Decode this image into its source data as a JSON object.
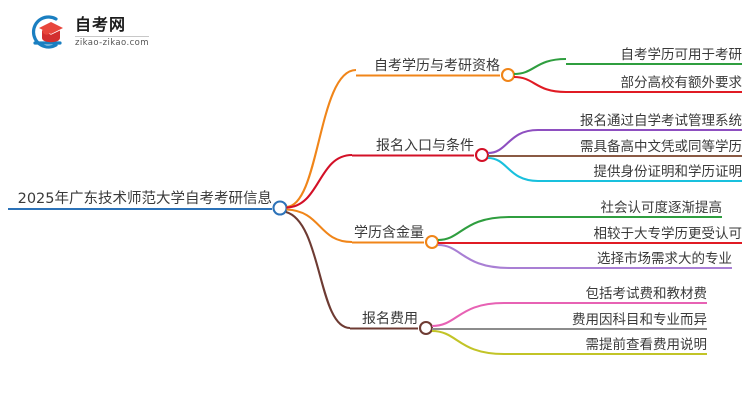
{
  "logo": {
    "name_cn": "自考网",
    "name_en": "zikao-zikao.com",
    "mark_icon": "graduation-cap-icon",
    "mark_color_blue": "#1a7fc1",
    "mark_color_red": "#e03a3a"
  },
  "mindmap": {
    "root": {
      "label": "2025年广东技术师范大学自考考研信息",
      "color": "#2c72b8"
    },
    "branches": [
      {
        "label": "自考学历与考研资格",
        "color": "#f08519",
        "children": [
          {
            "label": "自考学历可用于考研",
            "color": "#2f9e3f"
          },
          {
            "label": "部分高校有额外要求",
            "color": "#e01b24"
          }
        ]
      },
      {
        "label": "报名入口与条件",
        "color": "#d31027",
        "children": [
          {
            "label": "报名通过自学考试管理系统",
            "color": "#8e4fc0"
          },
          {
            "label": "需具备高中文凭或同等学历",
            "color": "#8a5a44"
          },
          {
            "label": "提供身份证明和学历证明",
            "color": "#19c0dd"
          }
        ]
      },
      {
        "label": "学历含金量",
        "color": "#f08519",
        "children": [
          {
            "label": "社会认可度逐渐提高",
            "color": "#2f9e3f"
          },
          {
            "label": "相较于大专学历更受认可",
            "color": "#e01b24"
          },
          {
            "label": "选择市场需求大的专业",
            "color": "#a97fd4"
          }
        ]
      },
      {
        "label": "报名费用",
        "color": "#6e3b33",
        "children": [
          {
            "label": "包括考试费和教材费",
            "color": "#e762b4"
          },
          {
            "label": "费用因科目和专业而异",
            "color": "#8c8c8c"
          },
          {
            "label": "需提前查看费用说明",
            "color": "#c2c427"
          }
        ]
      }
    ]
  }
}
